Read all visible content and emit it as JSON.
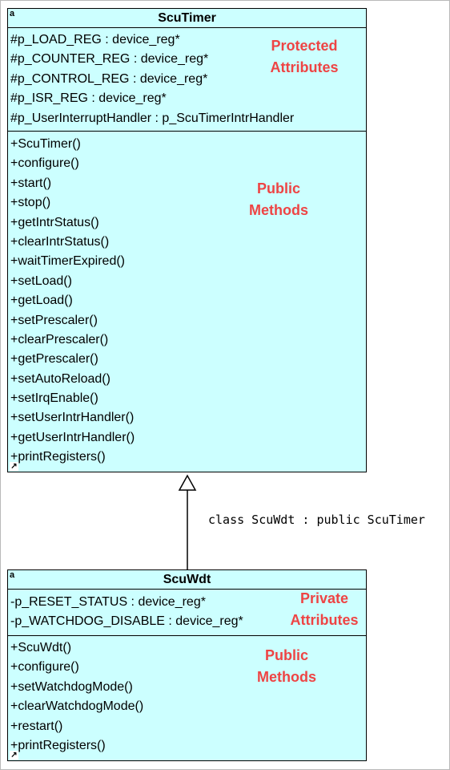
{
  "diagram": {
    "classes": [
      {
        "name": "ScuTimer",
        "attributes": [
          "#p_LOAD_REG : device_reg*",
          "#p_COUNTER_REG : device_reg*",
          "#p_CONTROL_REG : device_reg*",
          "#p_ISR_REG : device_reg*",
          "#p_UserInterruptHandler : p_ScuTimerIntrHandler"
        ],
        "attributes_note": [
          "Protected",
          "Attributes"
        ],
        "methods": [
          "+ScuTimer()",
          "+configure()",
          "+start()",
          "+stop()",
          "+getIntrStatus()",
          "+clearIntrStatus()",
          "+waitTimerExpired()",
          "+setLoad()",
          "+getLoad()",
          "+setPrescaler()",
          "+clearPrescaler()",
          "+getPrescaler()",
          "+setAutoReload()",
          "+setIrqEnable()",
          "+setUserIntrHandler()",
          "+getUserIntrHandler()",
          "+printRegisters()"
        ],
        "methods_note": [
          "Public",
          "Methods"
        ]
      },
      {
        "name": "ScuWdt",
        "attributes": [
          "-p_RESET_STATUS : device_reg*",
          "-p_WATCHDOG_DISABLE : device_reg*"
        ],
        "attributes_note": [
          "Private",
          "Attributes"
        ],
        "methods": [
          "+ScuWdt()",
          "+configure()",
          "+setWatchdogMode()",
          "+clearWatchdogMode()",
          "+restart()",
          "+printRegisters()"
        ],
        "methods_note": [
          "Public",
          "Methods"
        ]
      }
    ],
    "inheritance_label": "class ScuWdt : public ScuTimer",
    "colors": {
      "class_fill": "#ccffff",
      "note_text": "#ee4444",
      "border": "#000000"
    }
  }
}
